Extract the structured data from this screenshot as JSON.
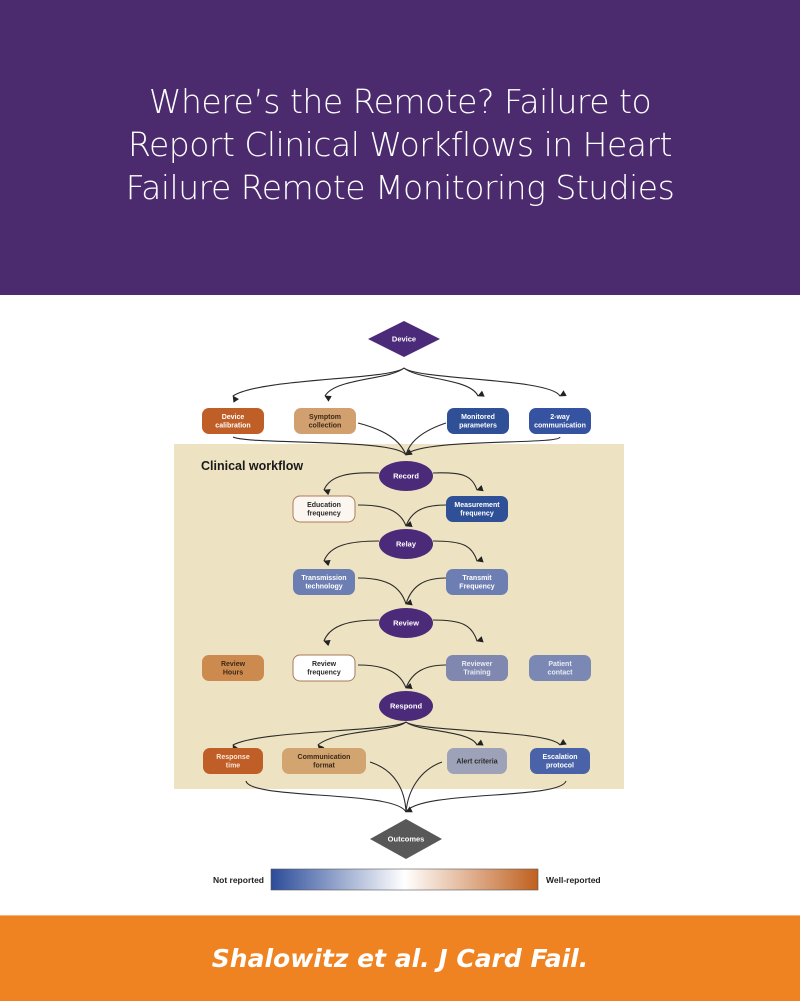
{
  "header": {
    "title_lines": [
      "Where’s the Remote? Failure to",
      "Report Clinical Workflows in Heart",
      "Failure Remote Monitoring Studies"
    ]
  },
  "diagram": {
    "panel_label": "Clinical workflow",
    "start_node": {
      "label": "Device",
      "color": "#4b2a7a"
    },
    "end_node": {
      "label": "Outcomes",
      "color": "#585858"
    },
    "stages": [
      {
        "label": "Record",
        "color": "#4b2a7a"
      },
      {
        "label": "Relay",
        "color": "#4b2a7a"
      },
      {
        "label": "Review",
        "color": "#4b2a7a"
      },
      {
        "label": "Respond",
        "color": "#4b2a7a"
      }
    ],
    "device_elements": [
      {
        "lines": [
          "Device",
          "calibration"
        ],
        "color": "#bf5e26",
        "text_color": "#ffffff"
      },
      {
        "lines": [
          "Symptom",
          "collection"
        ],
        "color": "#d2a06e",
        "text_color": "#3a2a1a"
      },
      {
        "lines": [
          "Monitored",
          "parameters"
        ],
        "color": "#2f4f96",
        "text_color": "#ffffff"
      },
      {
        "lines": [
          "2-way",
          "communication"
        ],
        "color": "#3553a0",
        "text_color": "#ffffff"
      }
    ],
    "record_elements": [
      {
        "lines": [
          "Education",
          "frequency"
        ],
        "color": "#fbf6f0",
        "text_color": "#2a2a2a",
        "border": "#b07a5a"
      },
      {
        "lines": [
          "Measurement",
          "frequency"
        ],
        "color": "#2f4f96",
        "text_color": "#ffffff"
      }
    ],
    "relay_elements": [
      {
        "lines": [
          "Transmission",
          "technology"
        ],
        "color": "#6d7eb3",
        "text_color": "#ffffff"
      },
      {
        "lines": [
          "Transmit",
          "Frequency"
        ],
        "color": "#6d7eb3",
        "text_color": "#ffffff"
      }
    ],
    "review_elements": [
      {
        "lines": [
          "Review",
          "Hours"
        ],
        "color": "#cc8a4e",
        "text_color": "#3a2a1a"
      },
      {
        "lines": [
          "Review",
          "frequency"
        ],
        "color": "#ffffff",
        "text_color": "#2a2a2a",
        "border": "#a8785a"
      },
      {
        "lines": [
          "Reviewer",
          "Training"
        ],
        "color": "#8088b0",
        "text_color": "#e8eaf4"
      },
      {
        "lines": [
          "Patient",
          "contact"
        ],
        "color": "#7c88b4",
        "text_color": "#e8eaf4"
      }
    ],
    "respond_elements": [
      {
        "lines": [
          "Response",
          "time"
        ],
        "color": "#bf5e26",
        "text_color": "#fbe6d8"
      },
      {
        "lines": [
          "Communication",
          "format"
        ],
        "color": "#d2a470",
        "text_color": "#3a2a1a"
      },
      {
        "lines": [
          "Alert criteria"
        ],
        "color": "#9ea2b8",
        "text_color": "#2a2a2a"
      },
      {
        "lines": [
          "Escalation",
          "protocol"
        ],
        "color": "#4a62a8",
        "text_color": "#ffffff"
      }
    ],
    "legend": {
      "left_label": "Not reported",
      "right_label": "Well-reported",
      "gradient": [
        "#2c4c9a",
        "#ffffff",
        "#c0601f"
      ]
    },
    "panel_color": "#ede3c2"
  },
  "footer": {
    "citation": "Shalowitz et al. J Card Fail."
  }
}
